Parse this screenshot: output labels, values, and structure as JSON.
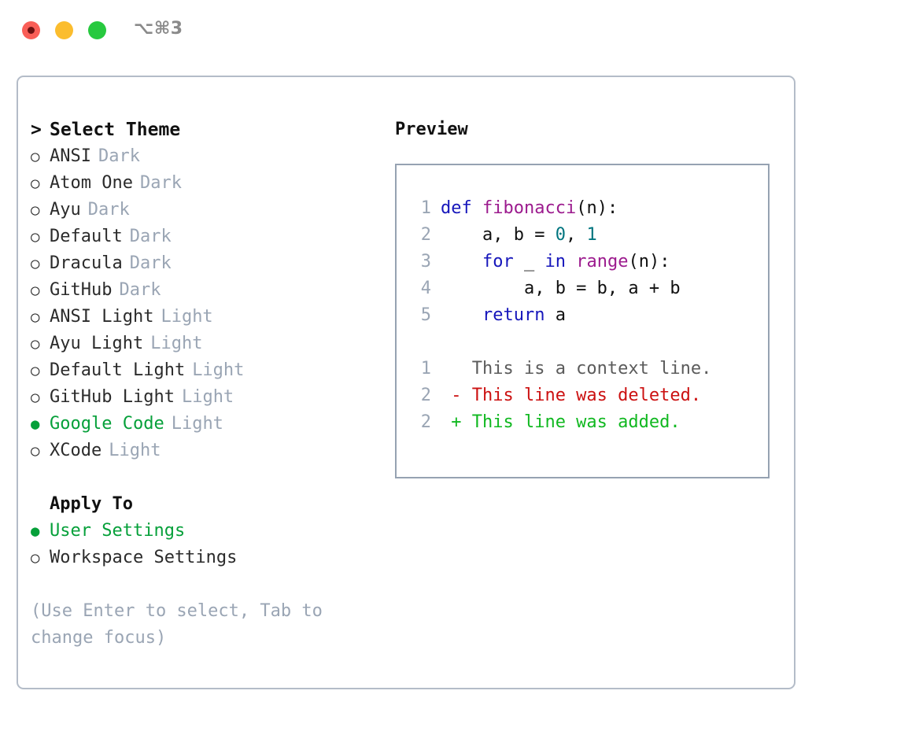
{
  "window": {
    "shortcut_title": "⌥⌘3",
    "traffic_lights": [
      "close-red",
      "minimize-yellow",
      "maximize-green"
    ]
  },
  "theme_picker": {
    "header": "Select Theme",
    "caret": ">",
    "marker_on": "●",
    "marker_off": "○",
    "items": [
      {
        "label": "ANSI",
        "badge": "Dark",
        "selected": false
      },
      {
        "label": "Atom One",
        "badge": "Dark",
        "selected": false
      },
      {
        "label": "Ayu",
        "badge": "Dark",
        "selected": false
      },
      {
        "label": "Default",
        "badge": "Dark",
        "selected": false
      },
      {
        "label": "Dracula",
        "badge": "Dark",
        "selected": false
      },
      {
        "label": "GitHub",
        "badge": "Dark",
        "selected": false
      },
      {
        "label": "ANSI Light",
        "badge": "Light",
        "selected": false
      },
      {
        "label": "Ayu Light",
        "badge": "Light",
        "selected": false
      },
      {
        "label": "Default Light",
        "badge": "Light",
        "selected": false
      },
      {
        "label": "GitHub Light",
        "badge": "Light",
        "selected": false
      },
      {
        "label": "Google Code",
        "badge": "Light",
        "selected": true
      },
      {
        "label": "XCode",
        "badge": "Light",
        "selected": false
      }
    ]
  },
  "apply_to": {
    "header": "Apply To",
    "items": [
      {
        "label": "User Settings",
        "selected": true
      },
      {
        "label": "Workspace Settings",
        "selected": false
      }
    ]
  },
  "hint": "(Use Enter to select, Tab to change focus)",
  "preview": {
    "title": "Preview",
    "code_lines": [
      {
        "num": "1",
        "tokens": [
          {
            "t": "def ",
            "c": "kw"
          },
          {
            "t": "fibonacci",
            "c": "fn"
          },
          {
            "t": "(n):",
            "c": "plain"
          }
        ]
      },
      {
        "num": "2",
        "tokens": [
          {
            "t": "    a, b = ",
            "c": "plain"
          },
          {
            "t": "0",
            "c": "num"
          },
          {
            "t": ", ",
            "c": "plain"
          },
          {
            "t": "1",
            "c": "num"
          }
        ]
      },
      {
        "num": "3",
        "tokens": [
          {
            "t": "    ",
            "c": "plain"
          },
          {
            "t": "for",
            "c": "kw"
          },
          {
            "t": " _ ",
            "c": "plain"
          },
          {
            "t": "in",
            "c": "kw"
          },
          {
            "t": " ",
            "c": "plain"
          },
          {
            "t": "range",
            "c": "fn"
          },
          {
            "t": "(n):",
            "c": "plain"
          }
        ]
      },
      {
        "num": "4",
        "tokens": [
          {
            "t": "        a, b = b, a + b",
            "c": "plain"
          }
        ]
      },
      {
        "num": "5",
        "tokens": [
          {
            "t": "    ",
            "c": "plain"
          },
          {
            "t": "return",
            "c": "kw"
          },
          {
            "t": " a",
            "c": "plain"
          }
        ]
      }
    ],
    "diff_lines": [
      {
        "num": "1",
        "prefix": "  ",
        "text": "This is a context line.",
        "kind": "ctx"
      },
      {
        "num": "2",
        "prefix": "- ",
        "text": "This line was deleted.",
        "kind": "del"
      },
      {
        "num": "2",
        "prefix": "+ ",
        "text": "This line was added.",
        "kind": "add"
      }
    ]
  },
  "colors": {
    "accent_green": "#06a03a",
    "muted": "#9aa5b4",
    "border": "#b4bcc8",
    "preview_border": "#96a2b2",
    "keyword": "#1616bb",
    "function": "#9c1b8e",
    "number": "#00757f",
    "deleted": "#cc1111",
    "added": "#10b820"
  }
}
